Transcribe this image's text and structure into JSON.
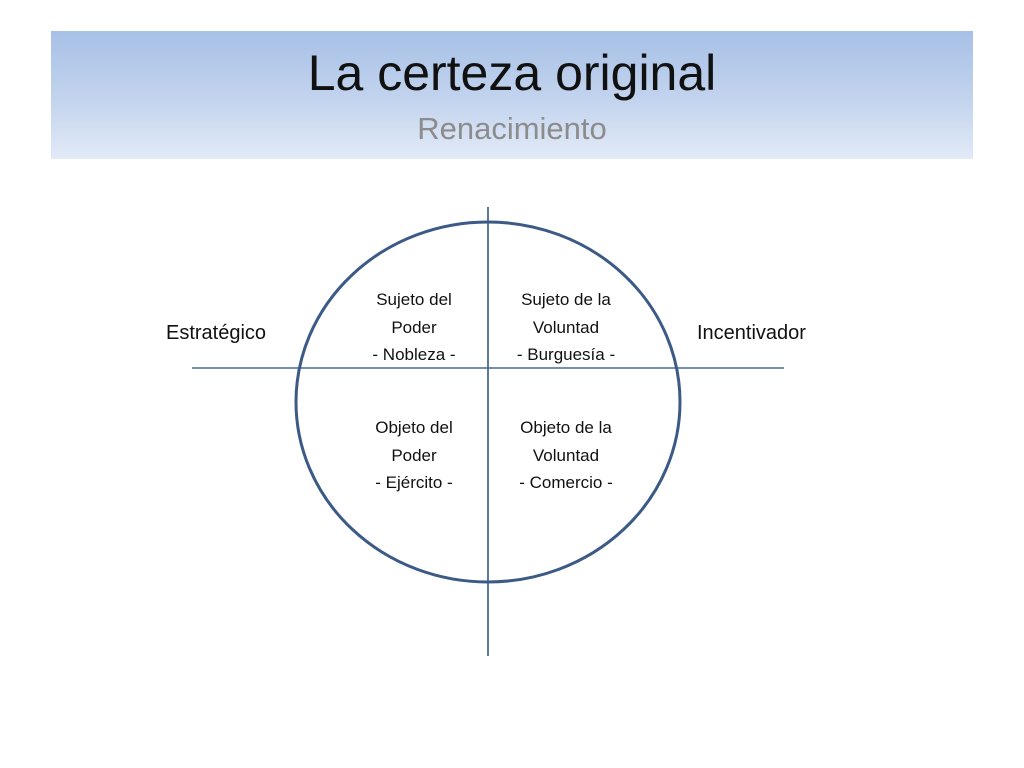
{
  "slide": {
    "title": "La certeza original",
    "subtitle": "Renacimiento"
  },
  "diagram": {
    "left_label": "Estratégico",
    "right_label": "Incentivador",
    "quadrants": {
      "top_left": [
        "Sujeto del",
        "Poder",
        "- Nobleza -"
      ],
      "top_right": [
        "Sujeto de la",
        "Voluntad",
        "- Burguesía -"
      ],
      "bottom_left": [
        "Objeto del",
        "Poder",
        "- Ejército -"
      ],
      "bottom_right": [
        "Objeto de la",
        "Voluntad",
        "- Comercio -"
      ]
    }
  },
  "colors": {
    "circle_stroke": "#3b5a86",
    "axis_stroke": "#4a6a94",
    "title_band_top": "#a7c0e6",
    "title_band_bottom": "#e2eaf7"
  }
}
